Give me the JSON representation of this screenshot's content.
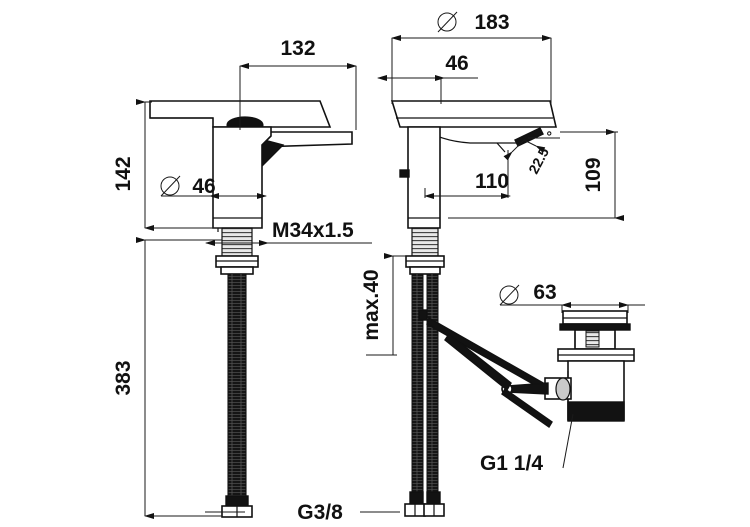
{
  "drawing": {
    "title": "Single-lever basin mixer with pop-up waste — dimensioned technical drawing",
    "units": "mm",
    "line_color": "#111111",
    "background_color": "#ffffff"
  },
  "views": [
    {
      "id": "front-view",
      "name": "front-elevation",
      "label": ""
    },
    {
      "id": "side-view",
      "name": "side-elevation",
      "label": ""
    },
    {
      "id": "waste-view",
      "name": "pop-up-waste-detail",
      "label": ""
    }
  ],
  "dimensions": {
    "front_width_132": {
      "value": "132",
      "symbol": "",
      "orientation": "horizontal"
    },
    "front_height_142": {
      "value": "142",
      "symbol": "",
      "orientation": "vertical"
    },
    "front_dia_46": {
      "value": "46",
      "symbol": "⌀",
      "orientation": "horizontal"
    },
    "front_thread_m34": {
      "value": "M34x1.5",
      "symbol": "",
      "orientation": "leader"
    },
    "front_hose_383": {
      "value": "383",
      "symbol": "",
      "orientation": "vertical"
    },
    "side_dia_183": {
      "value": "183",
      "symbol": "⌀",
      "orientation": "horizontal"
    },
    "side_dia_46": {
      "value": "46",
      "symbol": "",
      "orientation": "horizontal"
    },
    "side_reach_110": {
      "value": "110",
      "symbol": "",
      "orientation": "horizontal"
    },
    "side_height_109": {
      "value": "109",
      "symbol": "",
      "orientation": "vertical"
    },
    "side_angle_225": {
      "value": "22.5",
      "symbol": "°",
      "orientation": "angular"
    },
    "side_max_40": {
      "value": "max.40",
      "symbol": "",
      "orientation": "vertical"
    },
    "supply_g38": {
      "value": "G3/8",
      "symbol": "",
      "orientation": "leader"
    },
    "waste_dia_63": {
      "value": "63",
      "symbol": "⌀",
      "orientation": "horizontal"
    },
    "waste_g114": {
      "value": "G1 1/4",
      "symbol": "",
      "orientation": "leader"
    }
  },
  "labels": {
    "dia_symbol": "⌀",
    "degree_symbol": "°"
  }
}
